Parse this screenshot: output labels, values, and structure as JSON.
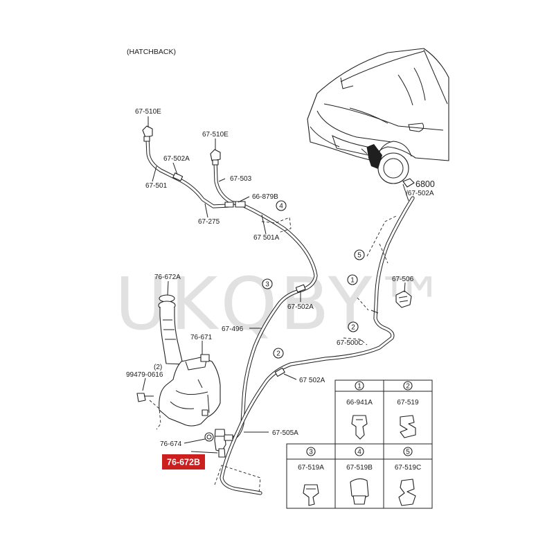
{
  "header": {
    "variant": "(HATCHBACK)"
  },
  "watermark": "UKQBY™",
  "highlight": {
    "part_number": "76-672B",
    "color": "#cc1f1f"
  },
  "labels": {
    "p67_510E_a": "67-510E",
    "p67_510E_b": "67-510E",
    "p67_502A_top": "67-502A",
    "p67_501": "67-501",
    "p67_503": "67-503",
    "p66_879B": "66-879B",
    "p67_275": "67-275",
    "p67_501A": "67 501A",
    "p6800": "6800",
    "p67_502A_ref": "/67-502A",
    "p76_672A": "76-672A",
    "p67_502A_mid": "67-502A",
    "p67_506": "67-506",
    "p76_671": "76-671",
    "p67_496": "67-496",
    "p67_500C": "67-500C",
    "p99479_qty": "(2)",
    "p99479": "99479-0616",
    "p67_502A_low": "67 502A",
    "p67_505A": "67-505A",
    "p76_674": "76-674"
  },
  "callouts": [
    "4",
    "5",
    "1",
    "3",
    "2",
    "2"
  ],
  "legend": {
    "cells": [
      {
        "num": "1",
        "part": "66-941A"
      },
      {
        "num": "2",
        "part": "67-519"
      },
      {
        "num": "3",
        "part": "67-519A"
      },
      {
        "num": "4",
        "part": "67-519B"
      },
      {
        "num": "5",
        "part": "67-519C"
      }
    ]
  }
}
